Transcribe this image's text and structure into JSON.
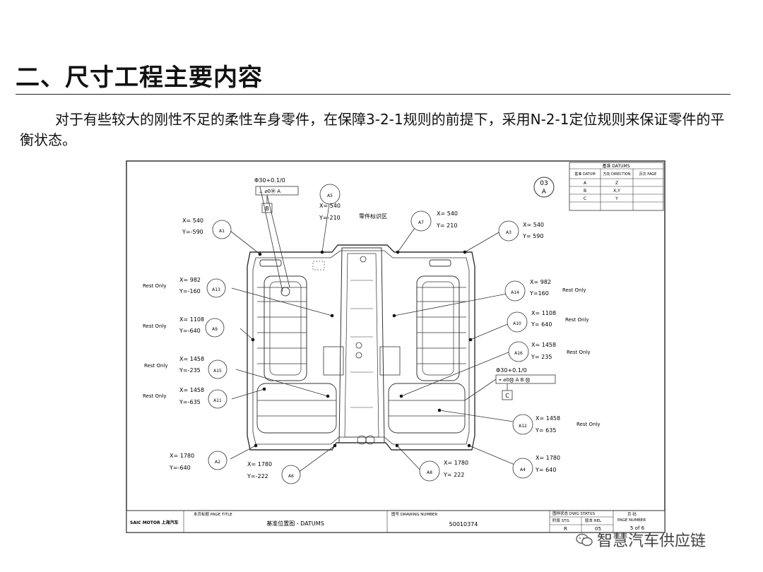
{
  "slide": {
    "title": "二、尺寸工程主要内容",
    "paragraph": "对于有些较大的刚性不足的柔性车身零件，在保障3-2-1规则的前提下，采用N-2-1定位规则来保证零件的平衡状态。"
  },
  "drawing": {
    "datum_table": {
      "title": "基准 DATUMS",
      "headers": [
        "基准 DATUM",
        "方向 DIRECTION",
        "页次 PAGE"
      ],
      "rows": [
        [
          "A",
          "Z",
          ""
        ],
        [
          "B",
          "X,Y",
          ""
        ],
        [
          "C",
          "Y",
          ""
        ]
      ]
    },
    "sheet_tag": {
      "number": "03",
      "letter": "A"
    },
    "tolerance_top": {
      "label": "Φ30+0.1/0",
      "frame": "⊥ ⌀0Ⓜ A",
      "datum": "B"
    },
    "tolerance_right": {
      "label": "Φ30+0.1/0",
      "frame": "⌖ ⌀0Ⓜ A B Ⓜ",
      "datum": "C"
    },
    "part_label_zone": "零件标识区",
    "points": {
      "a1": {
        "tag": "A1",
        "x": "X= 540",
        "y": "Y=-590"
      },
      "a2": {
        "tag": "A2",
        "x": "X= 1780",
        "y": "Y=-640"
      },
      "a3": {
        "tag": "A3",
        "x": "X= 540",
        "y": "Y= 590"
      },
      "a4": {
        "tag": "A4",
        "x": "X= 1780",
        "y": "Y= 640"
      },
      "a5": {
        "tag": "A5",
        "x": "X= 540",
        "y": "Y=-210"
      },
      "a6": {
        "tag": "A6",
        "x": "X= 1780",
        "y": "Y=-222"
      },
      "a7": {
        "tag": "A7",
        "x": "X= 540",
        "y": "Y= 210"
      },
      "a8": {
        "tag": "A8",
        "x": "X= 1780",
        "y": "Y= 222"
      },
      "a9": {
        "tag": "A9",
        "x": "X= 1108",
        "y": "Y=-640",
        "note": "Rest Only"
      },
      "a10": {
        "tag": "A10",
        "x": "X= 1108",
        "y": "Y= 640",
        "note": "Rest Only"
      },
      "a11": {
        "tag": "A11",
        "x": "X= 1458",
        "y": "Y=-635",
        "note": "Rest Only"
      },
      "a12": {
        "tag": "A12",
        "x": "X= 1458",
        "y": "Y= 635",
        "note": "Rest Only"
      },
      "a13": {
        "tag": "A13",
        "x": "X= 982",
        "y": "Y=-160",
        "note": "Rest Only"
      },
      "a14": {
        "tag": "A14",
        "x": "X= 982",
        "y": "Y=160",
        "note": "Rest Only"
      },
      "a15": {
        "tag": "A15",
        "x": "X= 1458",
        "y": "Y=-235",
        "note": "Rest Only"
      },
      "a16": {
        "tag": "A16",
        "x": "X= 1458",
        "y": "Y= 235",
        "note": "Rest Only"
      }
    },
    "title_block": {
      "company": "SAIC MOTOR 上海汽车",
      "page_title_label": "本页标题 PAGE TITLE",
      "page_title": "基准位置图 - DATUMS",
      "drawing_number_label": "图号 DRAWING NUMBER",
      "drawing_number": "50010374",
      "status_label": "图样状态 DWG STATUS",
      "stage_label": "阶段 STG",
      "version_label": "版本 REL",
      "stage": "R",
      "version": "05",
      "page_label": "页 码",
      "page_number_label": "PAGE NUMBER",
      "page": "5 of 6"
    }
  },
  "footer": {
    "brand": "智慧汽车供应链"
  }
}
